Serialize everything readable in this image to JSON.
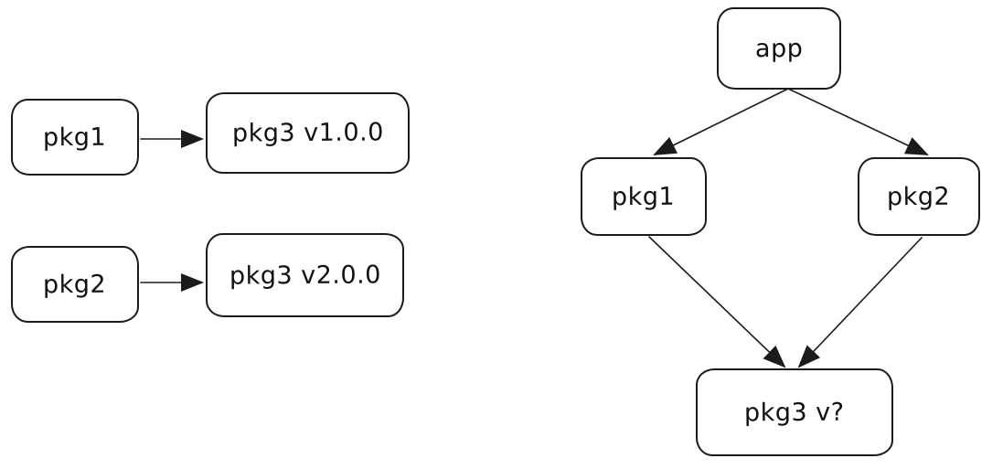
{
  "colors": {
    "background": "#ffffff",
    "stroke": "#1b1b1b",
    "node_fill": "#ffffff",
    "text": "#111111"
  },
  "left_diagram": {
    "rows": [
      {
        "source_label": "pkg1",
        "target_label": "pkg3 v1.0.0"
      },
      {
        "source_label": "pkg2",
        "target_label": "pkg3 v2.0.0"
      }
    ]
  },
  "right_diagram": {
    "nodes": {
      "app": {
        "label": "app"
      },
      "pkg1": {
        "label": "pkg1"
      },
      "pkg2": {
        "label": "pkg2"
      },
      "pkg3": {
        "label": "pkg3 v?"
      }
    },
    "edges": [
      {
        "from": "app",
        "to": "pkg1"
      },
      {
        "from": "app",
        "to": "pkg2"
      },
      {
        "from": "pkg1",
        "to": "pkg3"
      },
      {
        "from": "pkg2",
        "to": "pkg3"
      }
    ]
  }
}
